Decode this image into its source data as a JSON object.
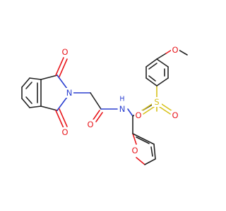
{
  "molecule": {
    "atoms": {
      "o_imide_top": "O",
      "o_imide_bottom": "O",
      "n_imide": "N",
      "o_amide": "O",
      "n_amide": "N",
      "h_amide": "H",
      "s_sulfonyl": "S",
      "o_sulfonyl_left": "O",
      "o_sulfonyl_right": "O",
      "o_methoxy": "O",
      "o_furan": "O"
    },
    "colors": {
      "oxygen": "#e8191e",
      "nitrogen": "#2a3fd0",
      "sulfur": "#d7c21b",
      "carbon": "#222222"
    }
  }
}
